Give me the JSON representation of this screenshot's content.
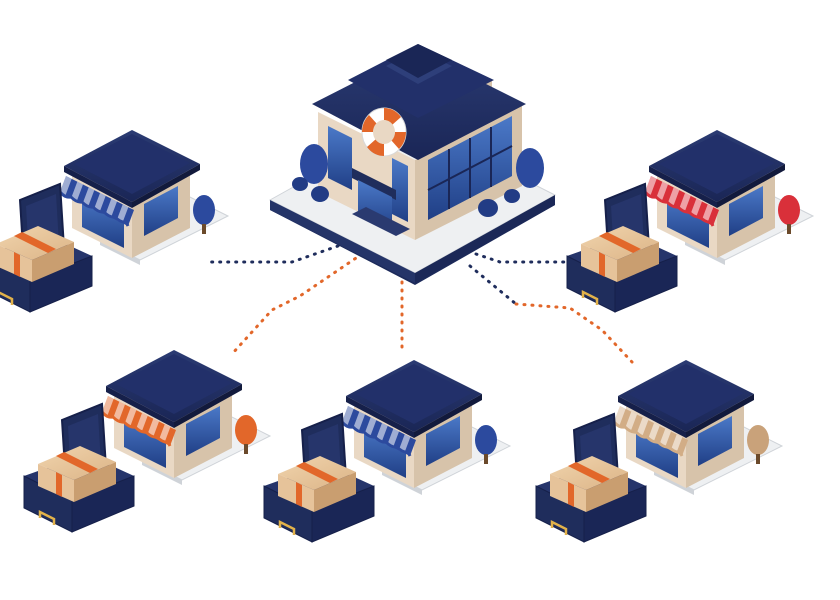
{
  "colors": {
    "navy": "#1f2d5c",
    "navy_dark": "#16204a",
    "beige": "#e9d8c4",
    "beige_shade": "#cdb59a",
    "window": "#2a4f9a",
    "window_light": "#4b79c8",
    "platform": "#eef0f2",
    "platform_shade": "#cfd3d8",
    "orange": "#e2672a",
    "box": "#e6c39a",
    "box_shade": "#c99e70",
    "box_tape": "#e2672a",
    "tree_blue": "#2c4a9e"
  },
  "hub": {
    "icon": "lifebuoy-icon",
    "tree_color": "#2c4a9e"
  },
  "connectors": [
    {
      "name": "connector-hub-to-store-top-left",
      "color": "#1f2d5c"
    },
    {
      "name": "connector-hub-to-store-top-right",
      "color": "#1f2d5c"
    },
    {
      "name": "connector-hub-to-store-bottom-left",
      "color": "#e2672a"
    },
    {
      "name": "connector-hub-to-store-bottom-center",
      "color": "#e2672a"
    },
    {
      "name": "connector-hub-to-store-bottom-right-navy",
      "color": "#1f2d5c"
    },
    {
      "name": "connector-hub-to-store-bottom-right",
      "color": "#e2672a"
    }
  ],
  "stores": [
    {
      "name": "store-top-left",
      "awning": "#2c4a9e",
      "awning_stripe": "#ffffff",
      "tree": "#2c4a9e"
    },
    {
      "name": "store-top-right",
      "awning": "#d9303a",
      "awning_stripe": "#ffffff",
      "tree": "#d9303a"
    },
    {
      "name": "store-bottom-left",
      "awning": "#e2672a",
      "awning_stripe": "#ffffff",
      "tree": "#e2672a"
    },
    {
      "name": "store-bottom-center",
      "awning": "#2c4a9e",
      "awning_stripe": "#ffffff",
      "tree": "#2c4a9e"
    },
    {
      "name": "store-bottom-right",
      "awning": "#d2ad86",
      "awning_stripe": "#ffffff",
      "tree": "#c9a27a"
    }
  ]
}
